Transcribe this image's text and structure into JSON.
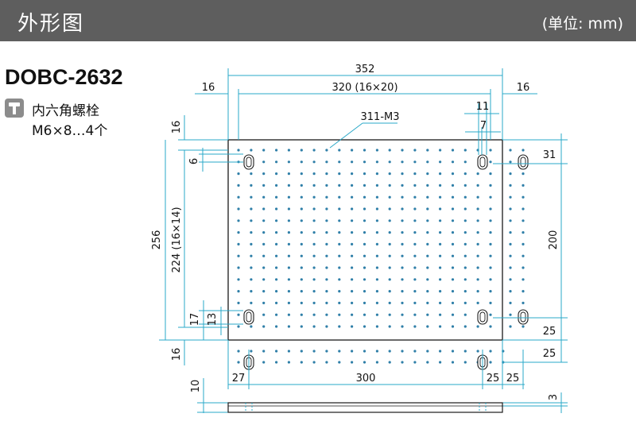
{
  "header": {
    "title": "外形图",
    "unit": "(单位: mm)"
  },
  "product": {
    "model": "DOBC-2632",
    "bolt_icon": "bolt-icon",
    "bolt_line1": "内六角螺栓",
    "bolt_line2": "M6×8…4个"
  },
  "drawing": {
    "line_color": "#2aa8c8",
    "hole_color": "#2f7fa8",
    "dims": {
      "overall_width": "352",
      "hole_span": "320 (16×20)",
      "left_margin": "16",
      "right_margin": "16",
      "hole_label": "311-M3",
      "slot_width": "11",
      "slot_offset": "7",
      "top_margin": "16",
      "slot_top": "6",
      "right_top": "31",
      "overall_height": "256",
      "hole_span_v": "224 (16×14)",
      "right_span": "200",
      "bottom_slot": "17",
      "bottom_slot_inner": "13",
      "bottom_margin": "16",
      "right_bottom1": "25",
      "right_bottom2": "25",
      "slot_left": "27",
      "slot_span": "300",
      "slot_right": "25",
      "slot_right2": "25",
      "thickness": "10",
      "step": "3"
    }
  }
}
